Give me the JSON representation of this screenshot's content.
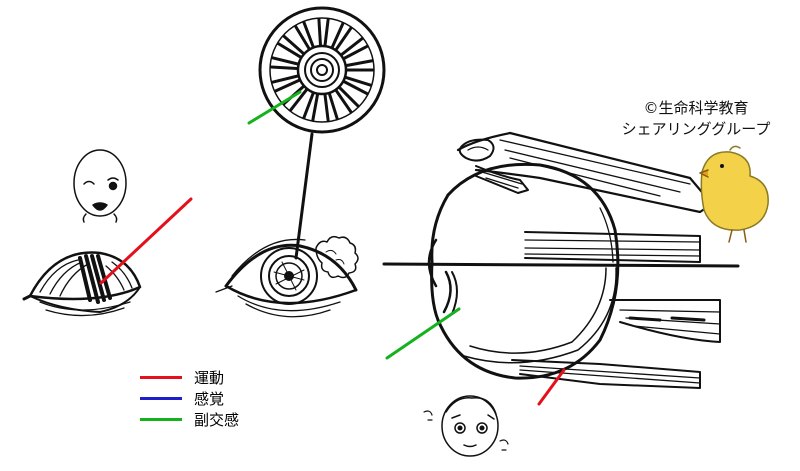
{
  "credit": {
    "line1": "©生命科学教育",
    "line2": "シェアリンググループ"
  },
  "legend": [
    {
      "label": "運動",
      "color": "#e4101b"
    },
    {
      "label": "感覚",
      "color": "#1f1fc9"
    },
    {
      "label": "副交感",
      "color": "#14b31e"
    }
  ],
  "colors": {
    "motor": "#e4101b",
    "sensory": "#1f1fc9",
    "parasympathetic": "#14b31e",
    "ink": "#111111",
    "chick": "#f3d24a"
  }
}
